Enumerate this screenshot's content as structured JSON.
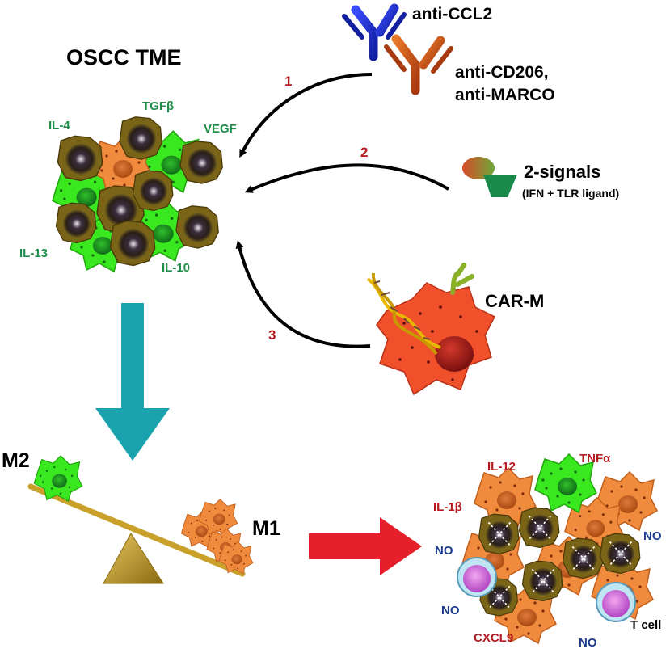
{
  "title": "OSCC TME",
  "cytokines": {
    "tgfb": "TGFβ",
    "il4": "IL-4",
    "vegf": "VEGF",
    "il13": "IL-13",
    "il10": "IL-10"
  },
  "steps": {
    "one": "1",
    "two": "2",
    "three": "3"
  },
  "therapies": {
    "anti_ccl2": "anti-CCL2",
    "anti_cd206_line1": "anti-CD206,",
    "anti_cd206_line2": "anti-MARCO",
    "signals": "2-signals",
    "signals_detail": "(IFN + TLR ligand)",
    "car_m": "CAR-M"
  },
  "balance": {
    "m2": "M2",
    "m1": "M1"
  },
  "outcome": {
    "il12": "IL-12",
    "tnfa": "TNFα",
    "il1b": "IL-1β",
    "no_left": "NO",
    "no_right": "NO",
    "no_lower_left": "NO",
    "no_bottom": "NO",
    "cxcl9": "CXCL9",
    "tcell": "T cell"
  },
  "colors": {
    "green_text": "#1e8f4a",
    "red_text": "#b3191f",
    "blue_text": "#1c3a8c",
    "m2_green": "#39e81e",
    "m1_orange": "#f08a3c",
    "teal_arrow": "#1aa3ad",
    "red_arrow": "#e6202a",
    "seesaw": "#c9a02a"
  }
}
